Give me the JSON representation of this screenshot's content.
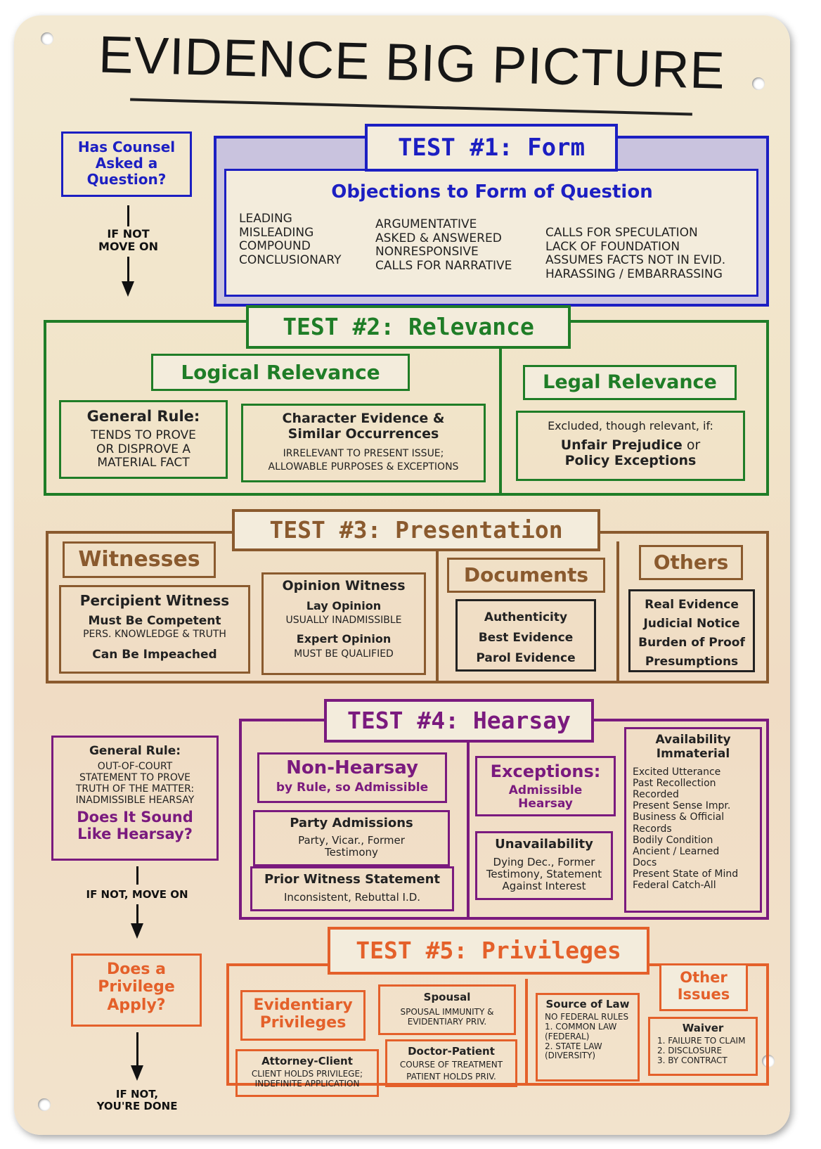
{
  "title": "EVIDENCE BIG PICTURE",
  "colors": {
    "blue": "#1c1fc2",
    "green": "#1f7d27",
    "brown": "#8a5a2e",
    "purple": "#7a1a7e",
    "orange": "#e4602a"
  },
  "side": {
    "q1": [
      "Has Counsel",
      "Asked a",
      "Question?"
    ],
    "move1": [
      "IF NOT",
      "MOVE ON"
    ],
    "hearsay_rule_head": "General Rule:",
    "hearsay_rule_lines": [
      "OUT-OF-COURT",
      "STATEMENT TO PROVE",
      "TRUTH OF THE MATTER:",
      "INADMISSIBLE HEARSAY"
    ],
    "hearsay_q": [
      "Does It Sound",
      "Like Hearsay?"
    ],
    "move2": "IF NOT, MOVE ON",
    "priv_q": [
      "Does a",
      "Privilege",
      "Apply?"
    ],
    "done": [
      "IF NOT,",
      "YOU'RE DONE"
    ]
  },
  "test1": {
    "label": "TEST #1: Form",
    "subtitle": "Objections to Form of Question",
    "col1": [
      "LEADING",
      "MISLEADING",
      "COMPOUND",
      "CONCLUSIONARY"
    ],
    "col2": [
      "ARGUMENTATIVE",
      "ASKED & ANSWERED",
      "NONRESPONSIVE",
      "CALLS FOR NARRATIVE"
    ],
    "col3": [
      "CALLS FOR SPECULATION",
      "LACK OF FOUNDATION",
      "ASSUMES FACTS NOT IN EVID.",
      "HARASSING / EMBARRASSING"
    ]
  },
  "test2": {
    "label": "TEST #2: Relevance",
    "logical": "Logical Relevance",
    "general_head": "General Rule:",
    "general_lines": [
      "TENDS TO PROVE",
      "OR DISPROVE A",
      "MATERIAL FACT"
    ],
    "character_head": [
      "Character Evidence &",
      "Similar Occurrences"
    ],
    "character_lines": [
      "IRRELEVANT TO PRESENT ISSUE;",
      "ALLOWABLE PURPOSES & EXCEPTIONS"
    ],
    "legal": "Legal Relevance",
    "excluded": "Excluded, though relevant, if:",
    "unfair": "Unfair Prejudice",
    "or": "or",
    "policy": "Policy Exceptions"
  },
  "test3": {
    "label": "TEST #3: Presentation",
    "witnesses": "Witnesses",
    "percipient": "Percipient Witness",
    "competent": "Must Be Competent",
    "knowledge": "PERS. KNOWLEDGE & TRUTH",
    "impeached": "Can Be Impeached",
    "opinion": "Opinion Witness",
    "lay": "Lay Opinion",
    "usually": "USUALLY INADMISSIBLE",
    "expert": "Expert Opinion",
    "qualified": "MUST BE QUALIFIED",
    "documents": "Documents",
    "doc_items": [
      "Authenticity",
      "Best Evidence",
      "Parol Evidence"
    ],
    "others": "Others",
    "other_items": [
      "Real Evidence",
      "Judicial Notice",
      "Burden of Proof",
      "Presumptions"
    ]
  },
  "test4": {
    "label": "TEST #4: Hearsay",
    "non": "Non-Hearsay",
    "by_rule": "by Rule, so Admissible",
    "party": "Party Admissions",
    "party_lines": [
      "Party, Vicar., Former",
      "Testimony"
    ],
    "prior": "Prior Witness Statement",
    "prior_line": "Inconsistent, Rebuttal I.D.",
    "exceptions": "Exceptions:",
    "admissible": [
      "Admissible",
      "Hearsay"
    ],
    "unavail": "Unavailability",
    "unavail_lines": [
      "Dying Dec., Former",
      "Testimony, Statement",
      "Against Interest"
    ],
    "avail": [
      "Availability",
      "Immaterial"
    ],
    "avail_lines": [
      "Excited Utterance",
      "Past Recollection",
      "Recorded",
      "Present Sense Impr.",
      "Business & Official",
      "Records",
      "Bodily Condition",
      "Ancient / Learned",
      "Docs",
      "Present State of Mind",
      "Federal Catch-All"
    ]
  },
  "test5": {
    "label": "TEST #5: Privileges",
    "evid": [
      "Evidentiary",
      "Privileges"
    ],
    "spousal": "Spousal",
    "spousal_lines": [
      "SPOUSAL IMMUNITY &",
      "EVIDENTIARY PRIV."
    ],
    "attorney": "Attorney-Client",
    "attorney_lines": [
      "CLIENT HOLDS PRIVILEGE;",
      "INDEFINITE APPLICATION"
    ],
    "doctor": "Doctor-Patient",
    "doctor_lines": [
      "COURSE OF TREATMENT",
      "PATIENT HOLDS PRIV."
    ],
    "source": "Source of Law",
    "source_lines": [
      "NO FEDERAL RULES",
      "1. COMMON LAW",
      "(FEDERAL)",
      "2. STATE LAW",
      "(DIVERSITY)"
    ],
    "other": [
      "Other",
      "Issues"
    ],
    "waiver": "Waiver",
    "waiver_lines": [
      "1. FAILURE TO CLAIM",
      "2. DISCLOSURE",
      "3. BY CONTRACT"
    ]
  }
}
